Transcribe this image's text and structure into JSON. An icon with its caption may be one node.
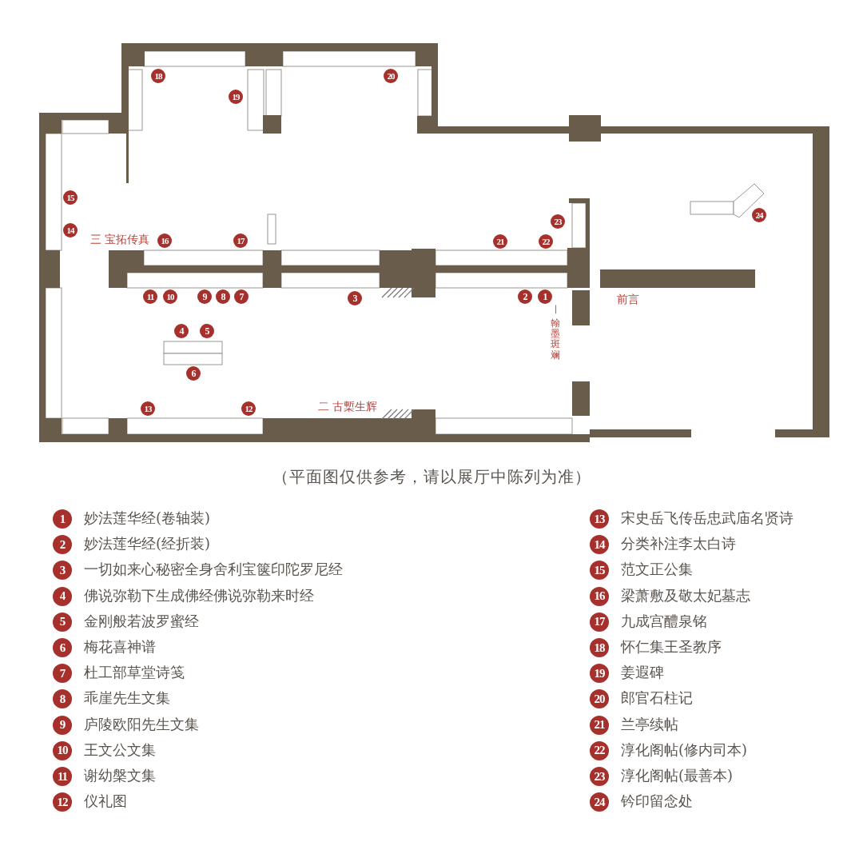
{
  "diagram": {
    "caption": "（平面图仅供参考，请以展厅中陈列为准）",
    "nodes": [
      {
        "text": [
          "1"
        ]
      },
      {
        "text": [
          "2"
        ]
      },
      {
        "text": [
          "3"
        ]
      },
      {
        "text": [
          "4"
        ]
      },
      {
        "text": [
          "5"
        ]
      },
      {
        "text": [
          "6"
        ]
      },
      {
        "text": [
          "7"
        ]
      },
      {
        "text": [
          "8"
        ]
      },
      {
        "text": [
          "9"
        ]
      },
      {
        "text": [
          "10"
        ]
      },
      {
        "text": [
          "11"
        ]
      },
      {
        "text": [
          "12"
        ]
      },
      {
        "text": [
          "13"
        ]
      },
      {
        "text": [
          "14"
        ]
      },
      {
        "text": [
          "15"
        ]
      },
      {
        "text": [
          "16"
        ]
      },
      {
        "text": [
          "17"
        ]
      },
      {
        "text": [
          "18"
        ]
      },
      {
        "text": [
          "19"
        ]
      },
      {
        "text": [
          "20"
        ]
      },
      {
        "text": [
          "21"
        ]
      },
      {
        "text": [
          "22"
        ]
      },
      {
        "text": [
          "23"
        ]
      },
      {
        "text": [
          "24"
        ]
      },
      {
        "text": [
          "1"
        ],
        "beside": [
          "妙法莲华经(卷轴装)"
        ]
      },
      {
        "text": [
          "2"
        ],
        "beside": [
          "妙法莲华经(经折装)"
        ]
      },
      {
        "text": [
          "3"
        ],
        "beside": [
          "一切如来心秘密全身舍利宝箧印陀罗尼经"
        ]
      },
      {
        "text": [
          "4"
        ],
        "beside": [
          "佛说弥勒下生成佛经佛说弥勒来时经"
        ]
      },
      {
        "text": [
          "5"
        ],
        "beside": [
          "金刚般若波罗蜜经"
        ]
      },
      {
        "text": [
          "6"
        ],
        "beside": [
          "梅花喜神谱"
        ]
      },
      {
        "text": [
          "7"
        ],
        "beside": [
          "杜工部草堂诗笺"
        ]
      },
      {
        "text": [
          "8"
        ],
        "beside": [
          "乖崖先生文集"
        ]
      },
      {
        "text": [
          "9"
        ],
        "beside": [
          "庐陵欧阳先生文集"
        ]
      },
      {
        "text": [
          "10"
        ],
        "beside": [
          "王文公文集"
        ]
      },
      {
        "text": [
          "11"
        ],
        "beside": [
          "谢幼槃文集"
        ]
      },
      {
        "text": [
          "12"
        ],
        "beside": [
          "仪礼图"
        ]
      },
      {
        "text": [
          "13"
        ],
        "beside": [
          "宋史岳飞传岳忠武庙名贤诗"
        ]
      },
      {
        "text": [
          "14"
        ],
        "beside": [
          "分类补注李太白诗"
        ]
      },
      {
        "text": [
          "15"
        ],
        "beside": [
          "范文正公集"
        ]
      },
      {
        "text": [
          "16"
        ],
        "beside": [
          "梁萧敷及敬太妃墓志"
        ]
      },
      {
        "text": [
          "17"
        ],
        "beside": [
          "九成宫醴泉铭"
        ]
      },
      {
        "text": [
          "18"
        ],
        "beside": [
          "怀仁集王圣教序"
        ]
      },
      {
        "text": [
          "19"
        ],
        "beside": [
          "姜遐碑"
        ]
      },
      {
        "text": [
          "20"
        ],
        "beside": [
          "郎官石柱记"
        ]
      },
      {
        "text": [
          "21"
        ],
        "beside": [
          "兰亭续帖"
        ]
      },
      {
        "text": [
          "22"
        ],
        "beside": [
          "淳化阁帖(修内司本)"
        ]
      },
      {
        "text": [
          "23"
        ],
        "beside": [
          "淳化阁帖(最善本)"
        ]
      },
      {
        "text": [
          "24"
        ],
        "beside": [
          "钤印留念处"
        ]
      }
    ],
    "labels": [
      "三 宝拓传真",
      "前言",
      "一",
      "翰墨斑斓",
      "二 古槧生辉"
    ]
  }
}
